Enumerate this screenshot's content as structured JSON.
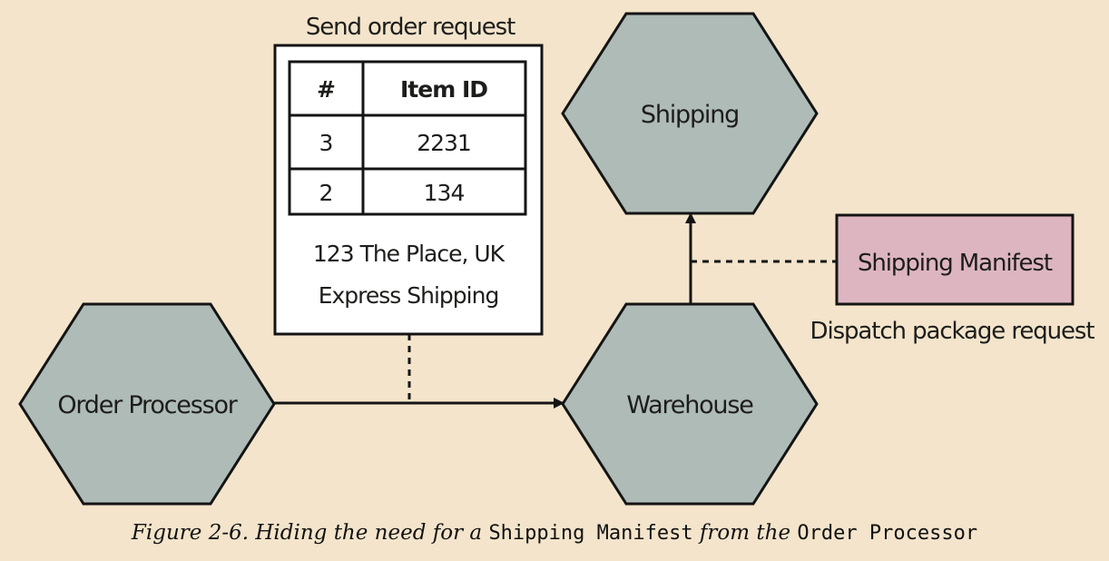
{
  "nodes": {
    "order_processor": "Order Processor",
    "warehouse": "Warehouse",
    "shipping": "Shipping"
  },
  "order_request": {
    "title": "Send order request",
    "table": {
      "headers": [
        "#",
        "Item ID"
      ],
      "rows": [
        [
          "3",
          "2231"
        ],
        [
          "2",
          "134"
        ]
      ]
    },
    "address": "123 The Place, UK",
    "shipping_method": "Express Shipping"
  },
  "manifest": {
    "label": "Shipping Manifest",
    "caption": "Dispatch package request"
  },
  "figure_caption": {
    "prefix": "Figure 2-6. Hiding the need for a",
    "term1": "Shipping Manifest",
    "middle": "from the",
    "term2": "Order Processor"
  },
  "colors": {
    "background": "#f3e4cb",
    "hexagon_fill": "#aebbb7",
    "manifest_fill": "#dcb5c1",
    "panel_fill": "#ffffff",
    "stroke": "#141414"
  }
}
